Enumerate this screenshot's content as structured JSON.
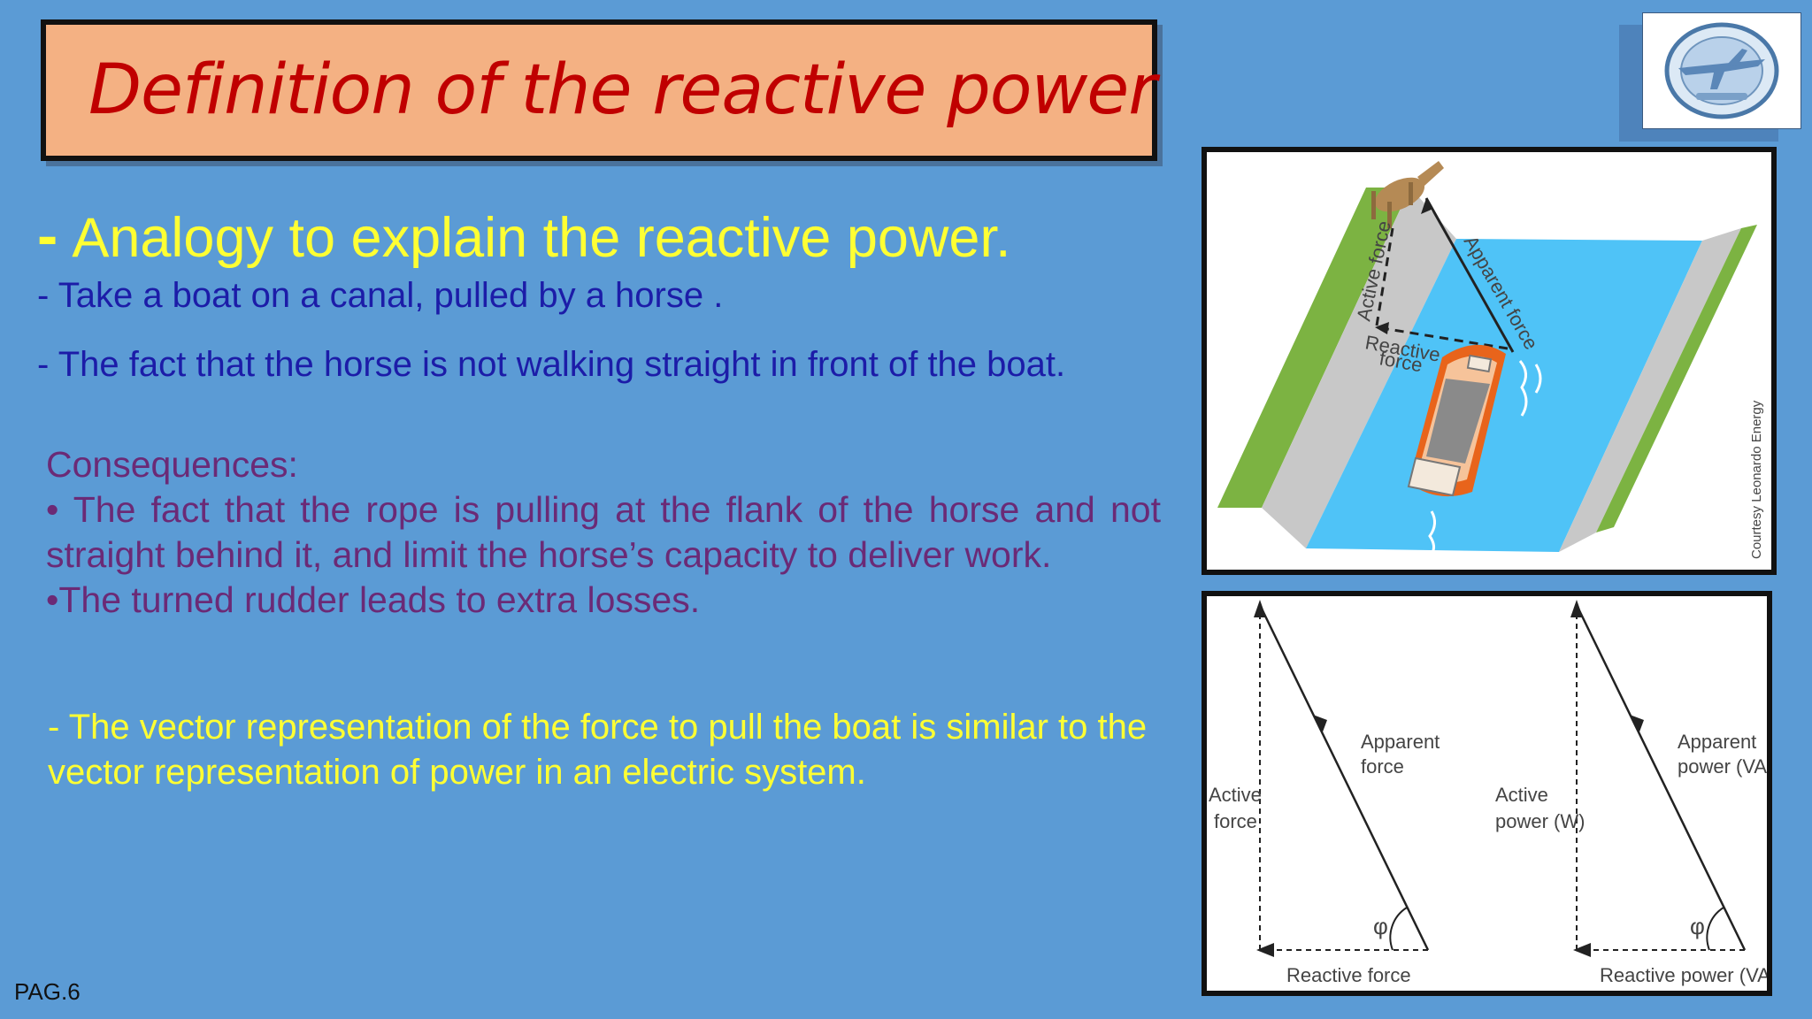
{
  "title": "Definition of the reactive power",
  "heading": {
    "dash": "-",
    "text": "Analogy to explain the reactive power."
  },
  "points": [
    "- Take a boat on a canal, pulled by a horse .",
    "- The fact that the horse is not walking straight in front of the boat."
  ],
  "consequences": {
    "label": "Consequences:",
    "items": [
      "• The fact that the rope is pulling at the flank of the horse and not straight behind it, and limit the horse’s capacity to deliver work.",
      "•The turned rudder leads to extra losses."
    ]
  },
  "vector_text": "- The vector representation of the force to pull the boat is similar to the vector representation of power in an electric system.",
  "page_number": "PAG.6",
  "boat_figure": {
    "active_force": "Active force",
    "apparent_force": "Apparent force",
    "reactive_line1": "Reactive",
    "reactive_line2": "force",
    "courtesy": "Courtesy Leonardo Energy"
  },
  "vector_figure": {
    "left": {
      "apparent_line1": "Apparent",
      "apparent_line2": "force",
      "active_line1": "Active",
      "active_line2": "force",
      "reactive": "Reactive force",
      "phi": "φ"
    },
    "right": {
      "apparent_line1": "Apparent",
      "apparent_line2": "power (VA)",
      "active_line1": "Active",
      "active_line2": "power (W)",
      "reactive": "Reactive power (VAR)",
      "phi": "φ"
    }
  },
  "colors": {
    "background": "#5b9bd5",
    "title_box": "#f4b183",
    "title_text": "#c00000",
    "heading": "#ffff33",
    "points": "#1c1ca8",
    "consequences": "#6b2a76"
  }
}
